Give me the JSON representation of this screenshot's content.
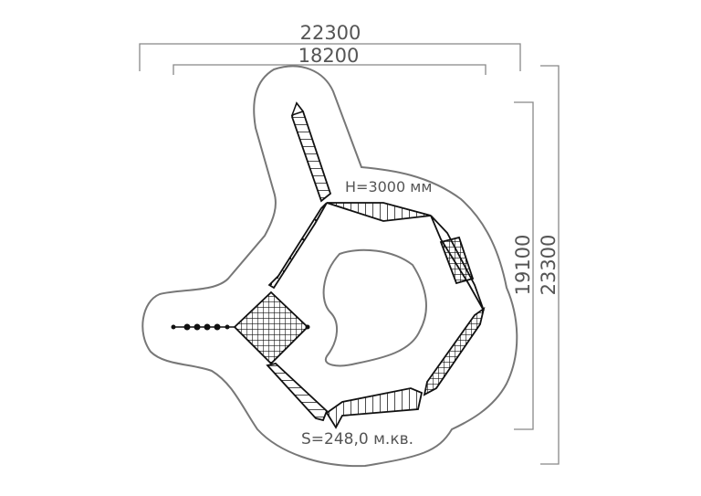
{
  "dimensions": {
    "outer_width": "22300",
    "inner_width": "18200",
    "inner_height": "19100",
    "outer_height": "23300"
  },
  "annotations": {
    "height": "H=3000 мм",
    "area": "S=248,0 м.кв."
  },
  "colors": {
    "boundary": "#777777",
    "equipment": "#111111",
    "dimension": "#888888",
    "text": "#555555"
  }
}
